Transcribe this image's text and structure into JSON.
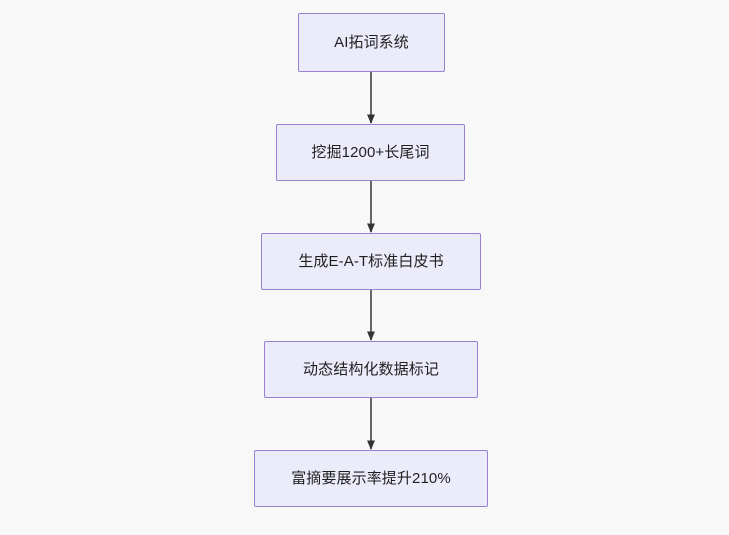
{
  "diagram": {
    "type": "flowchart",
    "direction": "top-to-bottom",
    "background_color": "#f8f8f8",
    "node_fill_color": "#ecebfa",
    "node_border_color": "#9a7fd0",
    "node_text_color": "#1f2020",
    "edge_color": "#666666",
    "nodes": [
      {
        "id": "n0",
        "label": "AI拓词系统"
      },
      {
        "id": "n1",
        "label": "挖掘1200+长尾词"
      },
      {
        "id": "n2",
        "label": "生成E-A-T标准白皮书"
      },
      {
        "id": "n3",
        "label": "动态结构化数据标记"
      },
      {
        "id": "n4",
        "label": "富摘要展示率提升210%"
      }
    ],
    "edges": [
      {
        "from": "n0",
        "to": "n1",
        "label": ""
      },
      {
        "from": "n1",
        "to": "n2",
        "label": ""
      },
      {
        "from": "n2",
        "to": "n3",
        "label": ""
      },
      {
        "from": "n3",
        "to": "n4",
        "label": ""
      }
    ]
  }
}
